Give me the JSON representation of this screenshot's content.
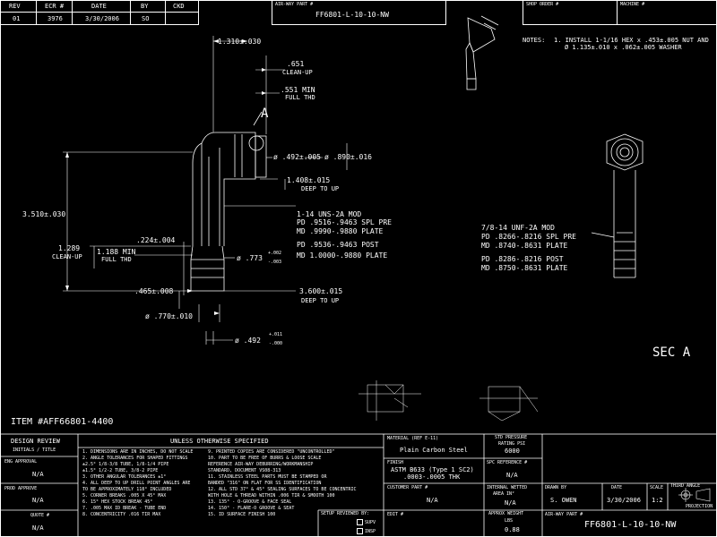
{
  "revision_block": {
    "headers": [
      "REV",
      "ECR #",
      "DATE",
      "BY",
      "CKD"
    ],
    "row": [
      "01",
      "3976",
      "3/30/2006",
      "SO",
      ""
    ]
  },
  "header": {
    "airway_part_label": "AIR-WAY PART #",
    "airway_part_value": "FF6801-L-10-10-NW",
    "shop_order_label": "SHOP ORDER #",
    "machine_label": "MACHINE #"
  },
  "notes": {
    "label": "NOTES:",
    "note1_line1": "1.  INSTALL 1-1/16 HEX x .453±.005 NUT AND",
    "note1_line2": "Ø 1.135±.010 x .062±.005 WASHER"
  },
  "dimensions": {
    "d1310": "1.310±.030",
    "d651": ".651",
    "d651_sub": "CLEAN-UP",
    "d551": ".551 MIN",
    "d551_sub": "FULL THD",
    "section_a": "A",
    "d492": "ø .492±.005",
    "d890": "ø .890±.016",
    "d1408": "1.408±.015",
    "d1408_sub": "DEEP TO UP",
    "d3510": "3.510±.030",
    "d1289": "1.289",
    "d1289_sub": "CLEAN-UP",
    "d1188": "1.188 MIN",
    "d1188_sub": "FULL THD",
    "d224": ".224±.004",
    "d773": "ø .773",
    "d773_tol_top": "+.002",
    "d773_tol_bot": "-.003",
    "d465": ".465±.008",
    "d3600": "3.600±.015",
    "d3600_sub": "DEEP TO UP",
    "d770": "ø .770±.010",
    "d492b": "ø .492",
    "d492b_tol_top": "+.011",
    "d492b_tol_bot": "-.000"
  },
  "thread_left": {
    "title": "1-14 UNS-2A MOD",
    "r1": "PD    .9516-.9463  SPL PRE",
    "r2": "MD    .9990-.9880   PLATE",
    "r3": "PD    .9536-.9463   POST",
    "r4": "MD  1.0000-.9880   PLATE"
  },
  "thread_right": {
    "title": "7/8-14 UNF-2A MOD",
    "r1": "PD   .8266-.8216  SPL PRE",
    "r2": "MD  .8740-.8631   PLATE",
    "r3": "PD   .8286-.8216   POST",
    "r4": "MD  .8750-.8631   PLATE"
  },
  "sec_a_label": "SEC A",
  "item_label": "ITEM #AFF66801-4400",
  "title_block": {
    "design_review": "DESIGN REVIEW",
    "initials_title": "INITIALS / TITLE",
    "eng_approval": "ENG APPROVAL",
    "eng_value": "N/A",
    "prod_approval": "PROD APPROVE",
    "prod_value": "N/A",
    "quote": "QUOTE #",
    "quote_value": "N/A",
    "unless_specified": "UNLESS OTHERWISE SPECIFIED",
    "left_notes": [
      "1.  DIMENSIONS ARE IN INCHES, DO NOT SCALE",
      "2.  ANGLE TOLERANCES FOR SHAPED FITTINGS",
      "     ±2.5° 1/8-3/8 TUBE, 1/8-1/4 PIPE",
      "     ±1.5° 1/2-2 TUBE, 3/8-2 PIPE",
      "3.  OTHER ANGULAR TOLERANCES ±1°",
      "4.  ALL DEEP TO UP DRILL POINT ANGLES ARE",
      "     TO BE APPROXIMATELY 118° INCLUDED",
      "5.  CORNER BREAKS .005 X 45° MAX",
      "6.  15° HEX STOCK BREAK 45°",
      "7.  .005 MAX ID BREAK - TUBE END",
      "8.  CONCENTRICITY .016 TIR MAX"
    ],
    "right_notes": [
      "9.  PRINTED COPIES ARE CONSIDERED \"UNCONTROLLED\"",
      "10.  PART TO BE FREE OF BURRS & LOOSE SCALE",
      "       REFERENCE AIR-WAY DEBURRING/WORKMANSHIP",
      "       STANDARD, DOCUMENT VS08-313",
      "11.  STAINLESS STEEL PARTS MUST BE STAMPED OR",
      "       BANDED \"316\" ON FLAT FOR SS IDENTIFICATION",
      "12.  ALL STD 37° & 45° SEALING SURFACES TO BE CONCENTRIC",
      "       WITH HOLE & THREAD WITHIN .006 TIR & SMOOTH 100",
      "13.  135° - O-GROOVE & FACE SEAL",
      "14.  150° - FLARE-O GROOVE & SEAT",
      "15.  ID SURFACE FINISH 100"
    ],
    "material_label": "MATERIAL (REF E-11)",
    "material_value": "Plain Carbon Steel",
    "finish_label": "FINISH",
    "finish_value1": "ASTM B633 (Type 1 SC2)",
    "finish_value2": ".0003-.0005 THK",
    "customer_part_label": "CUSTOMER PART #",
    "customer_part_value": "N/A",
    "std_pressure_label": "STD PRESSURE",
    "std_pressure_sub": "RATING PSI",
    "std_pressure_value": "6000",
    "spec_ref_label": "SPC REFERENCE #",
    "spec_ref_value": "N/A",
    "internal_wetted_label": "INTERNAL WETTED",
    "internal_wetted_sub": "AREA IN²",
    "internal_wetted_value": "N/A",
    "drawn_by_label": "DRAWN BY",
    "drawn_by_value": "S. OWEN",
    "date_label": "DATE",
    "date_value": "3/30/2006",
    "scale_label": "SCALE",
    "scale_value": "1:2",
    "third_angle": "THIRD ANGLE",
    "projection": "PROJECTION",
    "setup_label": "SETUP REVIEWED BY:",
    "supv": "SUPV",
    "insp": "INSP",
    "edit_label": "EDIT #",
    "approx_weight_label": "APPROX WEIGHT",
    "approx_weight_sub": "LBS",
    "approx_weight_value": "0.88",
    "airway_part_label2": "AIR-WAY PART #",
    "airway_part_value2": "FF6801-L-10-10-NW"
  },
  "colors": {
    "background": "#000000",
    "lines": "#ffffff"
  }
}
